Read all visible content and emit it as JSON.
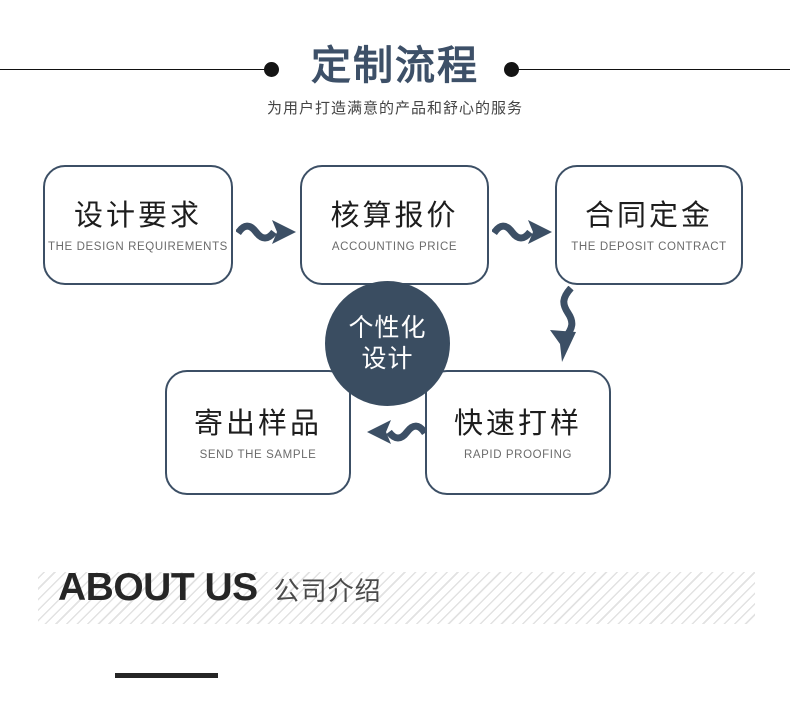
{
  "header": {
    "title": "定制流程",
    "subtitle": "为用户打造满意的产品和舒心的服务",
    "dot_color": "#141414",
    "title_color": "#3d5068"
  },
  "flow": {
    "accent_color": "#3c4f65",
    "circle": {
      "line1": "个性化",
      "line2": "设计",
      "fill": "#3a4d61",
      "text_color": "#ffffff"
    },
    "steps": [
      {
        "id": "design",
        "cn": "设计要求",
        "en": "THE DESIGN REQUIREMENTS"
      },
      {
        "id": "price",
        "cn": "核算报价",
        "en": "ACCOUNTING PRICE"
      },
      {
        "id": "deposit",
        "cn": "合同定金",
        "en": "THE DEPOSIT CONTRACT"
      },
      {
        "id": "sample",
        "cn": "寄出样品",
        "en": "SEND THE SAMPLE"
      },
      {
        "id": "proofing",
        "cn": "快速打样",
        "en": "RAPID PROOFING"
      }
    ],
    "arrows": [
      {
        "id": "design-to-price",
        "direction": "right"
      },
      {
        "id": "price-to-deposit",
        "direction": "right"
      },
      {
        "id": "deposit-to-proofing",
        "direction": "down"
      },
      {
        "id": "proofing-to-sample",
        "direction": "left"
      }
    ]
  },
  "about": {
    "en": "ABOUT US",
    "cn": "公司介绍",
    "stripe_color": "#e2e2e2",
    "bar_color": "#262626"
  }
}
